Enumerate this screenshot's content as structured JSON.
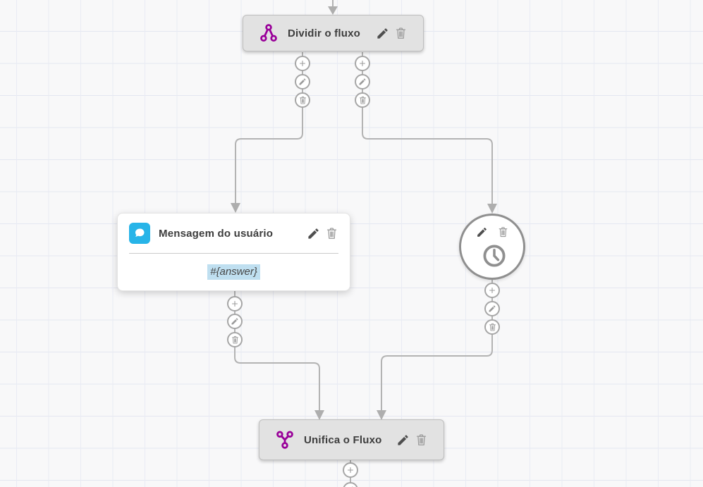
{
  "canvas": {
    "background": "#f8f8f9",
    "grid_line_color": "#e6e9f2",
    "connector_color": "#b3b3b3"
  },
  "nodes": {
    "split": {
      "title": "Dividir o fluxo",
      "icon": "split-flow-icon",
      "accent_color": "#990099"
    },
    "user_message": {
      "title": "Mensagem do usuário",
      "body": "#{answer}",
      "icon": "chat-bubble-icon",
      "accent_color": "#27b4e8",
      "highlight_color": "#bfdff0"
    },
    "timer": {
      "icon": "clock-icon"
    },
    "merge": {
      "title": "Unifica o Fluxo",
      "icon": "merge-flow-icon",
      "accent_color": "#990099"
    }
  },
  "node_actions": {
    "edit_icon": "pencil-icon",
    "delete_icon": "trash-icon"
  },
  "connector_actions": {
    "add_icon": "plus-icon",
    "edit_icon": "pencil-icon",
    "delete_icon": "trash-icon"
  }
}
